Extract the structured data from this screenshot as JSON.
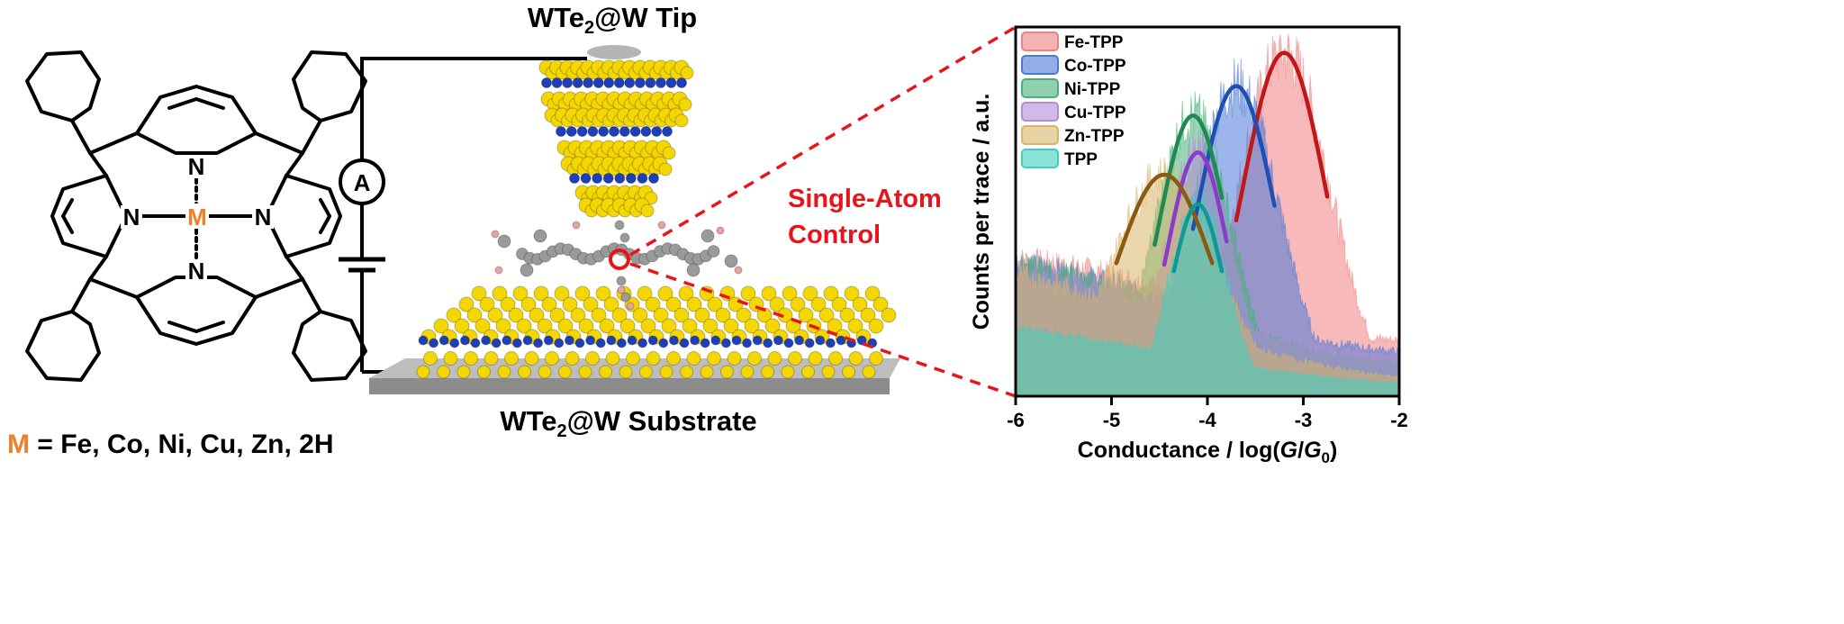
{
  "molecule": {
    "metal_symbol": "M",
    "nitrogen_symbol": "N",
    "caption_symbol": "M",
    "caption_rest": " = Fe, Co, Ni, Cu, Zn, 2H",
    "metal_color": "#f07f2a"
  },
  "junction": {
    "tip_label_main": "WTe",
    "tip_label_sub": "2",
    "tip_label_rest": "@W Tip",
    "substrate_label_main": "WTe",
    "substrate_label_sub": "2",
    "substrate_label_rest": "@W Substrate",
    "ammeter_symbol": "A",
    "control_line1": "Single-Atom",
    "control_line2": "Control",
    "control_color": "#e8141b",
    "atom_colors": {
      "te": "#f4d600",
      "w": "#1e3fb8",
      "c": "#9a9a9a",
      "h": "#e7a3a3"
    }
  },
  "chart_data": {
    "type": "area",
    "xlabel": "Conductance / log(G/G0)",
    "xlabel_parts": [
      "Conductance / log(",
      "G",
      "/",
      "G",
      "0",
      ")"
    ],
    "ylabel": "Counts per trace / a.u.",
    "xlim": [
      -6,
      -2
    ],
    "xticks": [
      -6,
      -5,
      -4,
      -3,
      -2
    ],
    "grid": false,
    "legend_position": "top-left",
    "series": [
      {
        "name": "Fe-TPP",
        "color": "#f08080",
        "peak": -3.2,
        "width": 0.48,
        "amp": 0.93,
        "base_left": 0.37,
        "base_right": 0.3
      },
      {
        "name": "Co-TPP",
        "color": "#4a78d8",
        "peak": -3.7,
        "width": 0.45,
        "amp": 0.84,
        "base_left": 0.36,
        "base_right": 0.24
      },
      {
        "name": "Ni-TPP",
        "color": "#48b07a",
        "peak": -4.15,
        "width": 0.4,
        "amp": 0.76,
        "base_left": 0.36,
        "base_right": 0.18
      },
      {
        "name": "Cu-TPP",
        "color": "#b38bd8",
        "peak": -4.1,
        "width": 0.35,
        "amp": 0.66,
        "base_left": 0.34,
        "base_right": 0.2
      },
      {
        "name": "Zn-TPP",
        "color": "#d8b56a",
        "peak": -4.45,
        "width": 0.55,
        "amp": 0.6,
        "base_left": 0.33,
        "base_right": 0.1
      },
      {
        "name": "TPP",
        "color": "#3ccfc0",
        "peak": -4.1,
        "width": 0.3,
        "amp": 0.52,
        "base_left": 0.18,
        "base_right": 0.07
      }
    ],
    "fit_curves": [
      {
        "series": "Fe-TPP",
        "color": "#c01818",
        "center": -3.2,
        "from": -3.7,
        "to": -2.75
      },
      {
        "series": "Co-TPP",
        "color": "#1f4fb0",
        "center": -3.7,
        "from": -4.15,
        "to": -3.3
      },
      {
        "series": "Ni-TPP",
        "color": "#1f8a52",
        "center": -4.15,
        "from": -4.55,
        "to": -3.85
      },
      {
        "series": "Cu-TPP",
        "color": "#8a3cc8",
        "center": -4.1,
        "from": -4.45,
        "to": -3.8
      },
      {
        "series": "Zn-TPP",
        "color": "#8a5a10",
        "center": -4.45,
        "from": -4.95,
        "to": -3.95
      },
      {
        "series": "TPP",
        "color": "#0e9a94",
        "center": -4.1,
        "from": -4.35,
        "to": -3.85
      }
    ]
  }
}
